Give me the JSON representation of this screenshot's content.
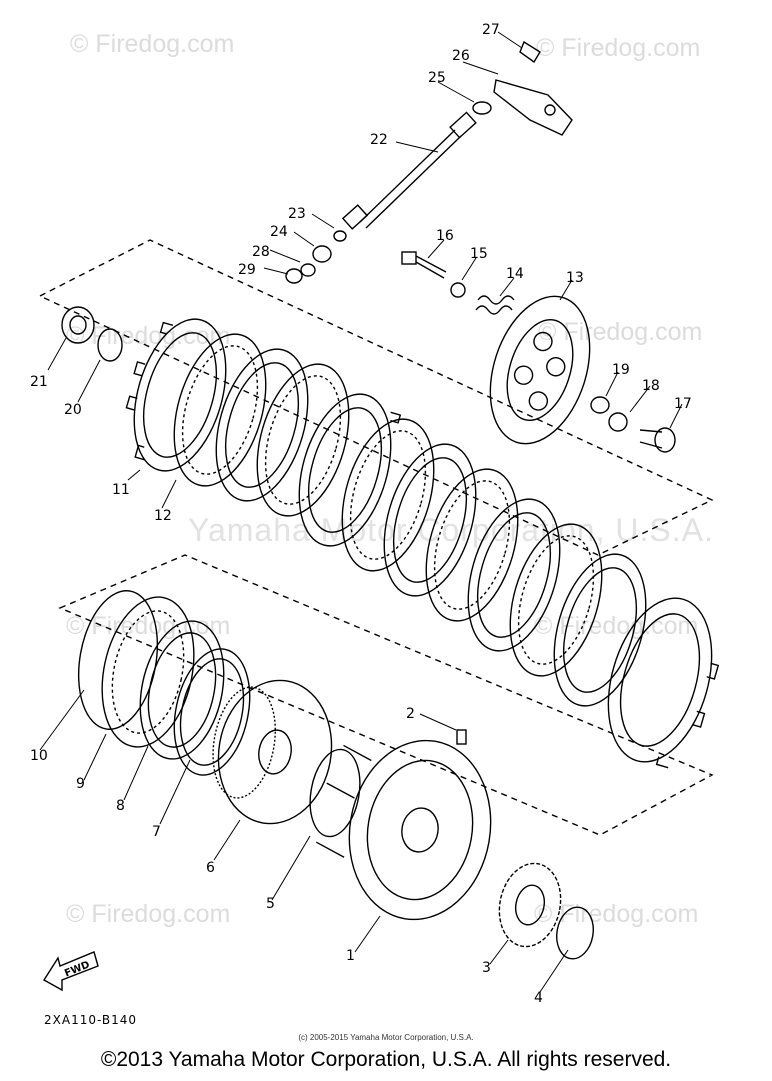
{
  "watermarks": {
    "site": "© Firedog.com",
    "center": "Yamaha Motor Corporation, U.S.A."
  },
  "part_numbers": [
    "1",
    "2",
    "3",
    "4",
    "5",
    "6",
    "7",
    "8",
    "9",
    "10",
    "11",
    "12",
    "13",
    "14",
    "15",
    "16",
    "17",
    "18",
    "19",
    "20",
    "21",
    "22",
    "23",
    "24",
    "25",
    "26",
    "27",
    "28",
    "29"
  ],
  "direction_label": "FWD",
  "diagram_code": "2XA110-B140",
  "small_copyright": "(c) 2005-2015 Yamaha Motor Corporation, U.S.A.",
  "copyright": "©2013 Yamaha Motor Corporation, U.S.A. All rights reserved.",
  "colors": {
    "ink": "#000000",
    "watermark": "#dcdcdc",
    "background": "#ffffff"
  }
}
